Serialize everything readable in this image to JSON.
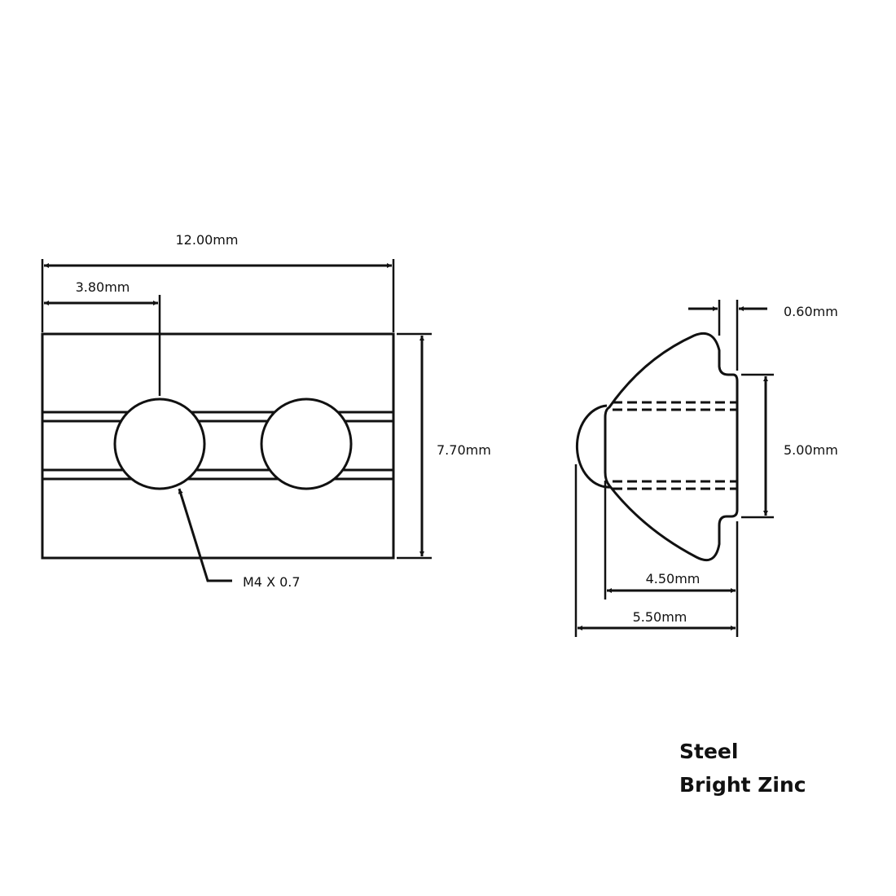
{
  "front_view": {
    "overall_width": "12.00mm",
    "hole_offset": "3.80mm",
    "height": "7.70mm",
    "thread_callout": "M4 X 0.7"
  },
  "side_view": {
    "lip_thickness": "0.60mm",
    "neck_width": "5.00mm",
    "body_depth": "4.50mm",
    "overall_depth": "5.50mm"
  },
  "material": {
    "material": "Steel",
    "finish": "Bright Zinc"
  },
  "colors": {
    "line": "#111111",
    "background": "#ffffff"
  }
}
